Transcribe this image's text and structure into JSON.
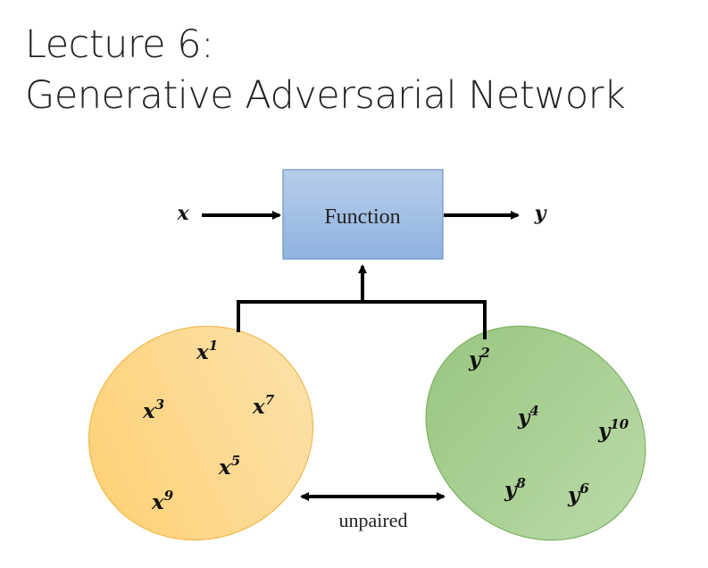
{
  "slide": {
    "title_line1": "Lecture 6:",
    "title_line2": "Generative Adversarial Network"
  },
  "diagram": {
    "input_symbol": "x",
    "output_symbol": "y",
    "function_label": "Function",
    "unpaired_label": "unpaired",
    "x_set": [
      {
        "base": "x",
        "sup": "1"
      },
      {
        "base": "x",
        "sup": "3"
      },
      {
        "base": "x",
        "sup": "7"
      },
      {
        "base": "x",
        "sup": "5"
      },
      {
        "base": "x",
        "sup": "9"
      }
    ],
    "y_set": [
      {
        "base": "y",
        "sup": "2"
      },
      {
        "base": "y",
        "sup": "4"
      },
      {
        "base": "y",
        "sup": "10"
      },
      {
        "base": "y",
        "sup": "8"
      },
      {
        "base": "y",
        "sup": "6"
      }
    ],
    "colors": {
      "function_box_top": "#b7cdea",
      "function_box_bottom": "#8fb3e0",
      "function_box_border": "#6f94c4",
      "x_ellipse_fill_left": "#fdd27a",
      "x_ellipse_fill_right": "#fde0a6",
      "x_ellipse_border": "#f2b84b",
      "y_ellipse_fill_left": "#9dc884",
      "y_ellipse_fill_right": "#b6d8a4",
      "y_ellipse_border": "#7fb164",
      "line": "#000000"
    }
  }
}
